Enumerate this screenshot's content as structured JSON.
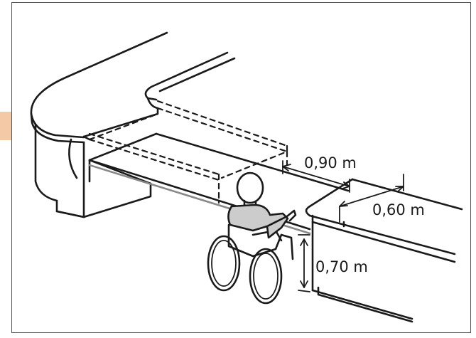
{
  "figure": {
    "labels": {
      "gap_width": "0,90 m",
      "counter_depth": "0,60 m",
      "counter_height": "0,70 m"
    },
    "colors": {
      "stroke": "#1a1a1a",
      "figure_fill": "#cccccc",
      "slab_edge": "#bdbdbd",
      "side_tab": "#f3c9a6",
      "background": "#ffffff"
    }
  }
}
